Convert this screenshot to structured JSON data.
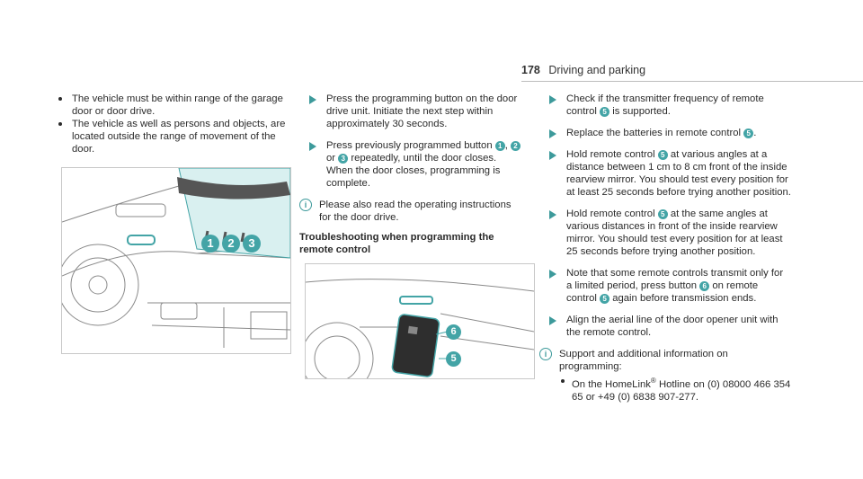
{
  "page": {
    "number": "178",
    "section": "Driving and parking"
  },
  "col1": {
    "bullets": [
      "The vehicle must be within range of the garage door or door drive.",
      "The vehicle as well as persons and objects, are located outside the range of movement of the door."
    ],
    "figure_callouts": [
      "1",
      "2",
      "3"
    ]
  },
  "col2": {
    "step1": "Press the programming button on the door drive unit. Initiate the next step within approximately 30 seconds.",
    "step2_pre": "Press previously programmed button",
    "step2_sep": ",",
    "step2_or": "or",
    "step2_post": "repeatedly, until the door closes. When the door closes, programming is complete.",
    "info": "Please also read the operating instructions for the door drive.",
    "heading": "Troubleshooting when programming the remote control",
    "btn1": "1",
    "btn2": "2",
    "btn3": "3",
    "figure_callouts": [
      "6",
      "5"
    ]
  },
  "col3": {
    "s1_pre": "Check if the transmitter frequency of remote control",
    "s1_post": "is supported.",
    "s2_pre": "Replace the batteries in remote control",
    "s2_post": ".",
    "s3_pre": "Hold remote control",
    "s3_post": "at various angles at a distance between 1 cm to 8 cm front of the inside rearview mirror. You should test every position for at least 25 seconds before trying another position.",
    "s4_pre": "Hold remote control",
    "s4_post": "at the same angles at various distances in front of the inside rearview mirror. You should test every position for at least 25 seconds before trying another position.",
    "s5_pre": "Note that some remote controls transmit only for a limited period, press button",
    "s5_mid": "on remote control",
    "s5_post": "again before transmission ends.",
    "s6": "Align the aerial line of the door opener unit with the remote control.",
    "info": "Support and additional information on programming:",
    "sub_pre": "On the HomeLink",
    "sub_reg": "®",
    "sub_post": "Hotline on (0) 08000 466 354 65 or +49 (0) 6838 907-277.",
    "n5": "5",
    "n6": "6"
  },
  "colors": {
    "accent": "#3d9a9b",
    "callout": "#43a4a6"
  }
}
